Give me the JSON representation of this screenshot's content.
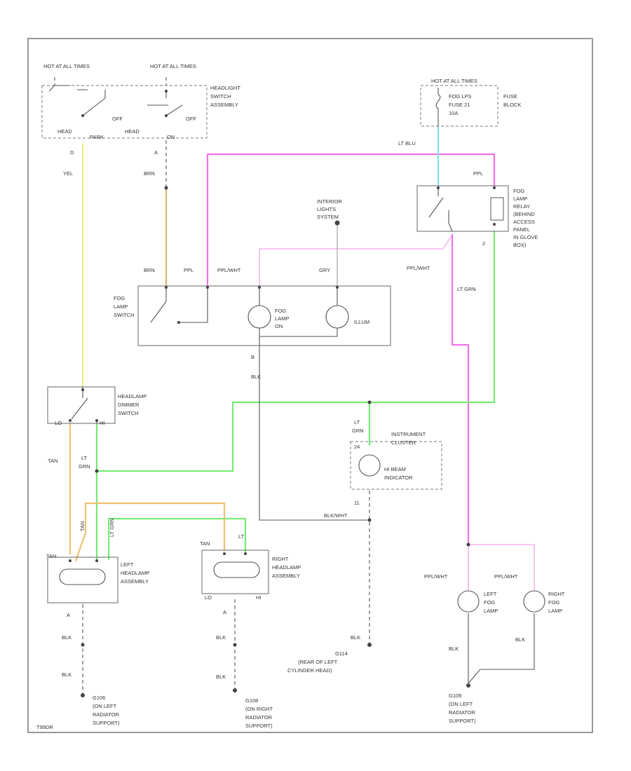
{
  "colors": {
    "yel": "#f2ef7a",
    "brn": "#d8b46a",
    "tan": "#f0c070",
    "ppl": "#f272e6",
    "ppl_wht": "#f7b3ef",
    "lt_blu": "#7fe6ee",
    "lt_grn": "#74ec74",
    "blk": "#555555",
    "gry": "#9a9a9a",
    "frame": "#777777"
  },
  "labels": {
    "hot1": "HOT AT ALL TIMES",
    "hot2": "HOT AT ALL TIMES",
    "hot3": "HOT AT ALL TIMES",
    "headlight_sw": "HEADLIGHT SWITCH ASSEMBLY",
    "headlight_sw_lines": [
      "HEADLIGHT",
      "SWITCH",
      "ASSEMBLY"
    ],
    "off1": "OFF",
    "off2": "OFF",
    "head_left": "HEAD",
    "head_right": "HEAD",
    "parklabel": "PARK",
    "onlabel": "ON",
    "pin_d": "D",
    "pin_a": "A",
    "yel": "YEL",
    "brn_top": "BRN",
    "brn_mid": "BRN",
    "fuse_lines": [
      "FOG LPS",
      "FUSE 21",
      "10A"
    ],
    "fuse_block": [
      "FUSE",
      "BLOCK"
    ],
    "lt_blu": "LT BLU",
    "ppl_top": "PPL",
    "ppl_mid": "PPL",
    "interior_lights": [
      "INTERIOR",
      "LIGHTS",
      "SYSTEM"
    ],
    "relay_lines": [
      "FOG",
      "LAMP",
      "RELAY",
      "(BEHIND",
      "ACCESS",
      "PANEL",
      "IN GLOVE",
      "BOX)"
    ],
    "pin_2": "2",
    "ppl_wht_1": "PPL/WHT",
    "ppl_wht_2": "PPL/WHT",
    "gry": "GRY",
    "lt_grn_relay": "LT GRN",
    "fog_sw": [
      "FOG",
      "LAMP",
      "SWITCH"
    ],
    "fog_lamp_on": [
      "FOG",
      "LAMP",
      "ON"
    ],
    "illum": "ILLUM",
    "pin_b": "B",
    "blk_mid": "BLK",
    "dimmer": [
      "HEADLAMP",
      "DIMMER",
      "SWITCH"
    ],
    "lo": "LO",
    "hi": "HI",
    "tan1": "TAN",
    "lt_grn_1": [
      "LT",
      "GRN"
    ],
    "lt_grn_2": [
      "LT",
      "GRN"
    ],
    "cluster": [
      "INSTRUMENT",
      "CLUSTER"
    ],
    "hi_beam": [
      "HI BEAM",
      "INDICATOR"
    ],
    "pin_11": "11",
    "pin_24": "24",
    "blk_wht": "BLK/WHT",
    "tan_v": "TAN",
    "ltgrn_v": "LT GRN",
    "tan2": "TAN",
    "lt2": "LT",
    "left_hl": [
      "LEFT",
      "HEADLAMP",
      "ASSEMBLY"
    ],
    "right_hl": [
      "RIGHT",
      "HEADLAMP",
      "ASSEMBLY"
    ],
    "lo2": "LO",
    "hi2": "HI",
    "pin_a2": "A",
    "pin_a3": "A",
    "ppl_wht_3": "PPL/WHT",
    "ppl_wht_4": "PPL/WHT",
    "left_fog": [
      "LEFT",
      "FOG",
      "LAMP"
    ],
    "right_fog": [
      "RIGHT",
      "FOG",
      "LAMP"
    ],
    "blk1": "BLK",
    "blk2": "BLK",
    "blk3": "BLK",
    "blk4": "BLK",
    "blk5": "BLK",
    "blk6": "BLK",
    "blk7": "BLK",
    "g106": [
      "G106",
      "(ON LEFT",
      "RADIATOR",
      "SUPPORT)"
    ],
    "g108": [
      "G108",
      "(ON RIGHT",
      "RADIATOR",
      "SUPPORT)"
    ],
    "g114": [
      "G114",
      "(REAR OF LEFT",
      "CYLINDER HEAD)"
    ],
    "g109": [
      "G109",
      "(ON LEFT",
      "RADIATOR",
      "SUPPORT)"
    ],
    "footer_code": "T99DR"
  }
}
